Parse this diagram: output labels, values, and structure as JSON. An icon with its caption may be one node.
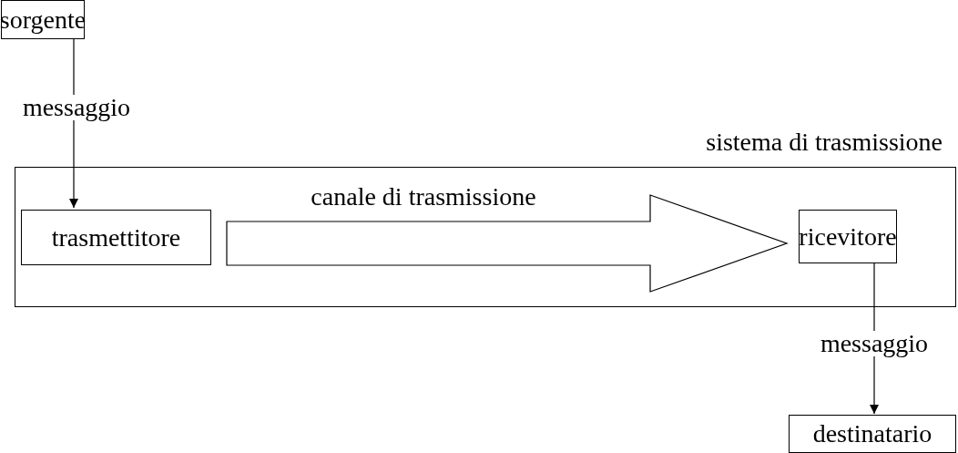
{
  "diagram": {
    "nodes": [
      {
        "text": [
          "sorgente"
        ]
      },
      {
        "text": [
          "sistema di trasmissione"
        ]
      },
      {
        "text": [
          "trasmettitore"
        ],
        "in": 1
      },
      {
        "text": [
          "ricevitore"
        ],
        "in": 1
      },
      {
        "text": [
          "destinatario"
        ]
      }
    ],
    "edges": [
      {
        "from": 0,
        "to": 2,
        "arrow": "to",
        "label": "messaggio"
      },
      {
        "from": 2,
        "to": 3,
        "arrow": "to",
        "label": "canale di trasmissione",
        "style": "thick"
      },
      {
        "from": 3,
        "to": 4,
        "arrow": "to",
        "label": "messaggio"
      }
    ]
  }
}
